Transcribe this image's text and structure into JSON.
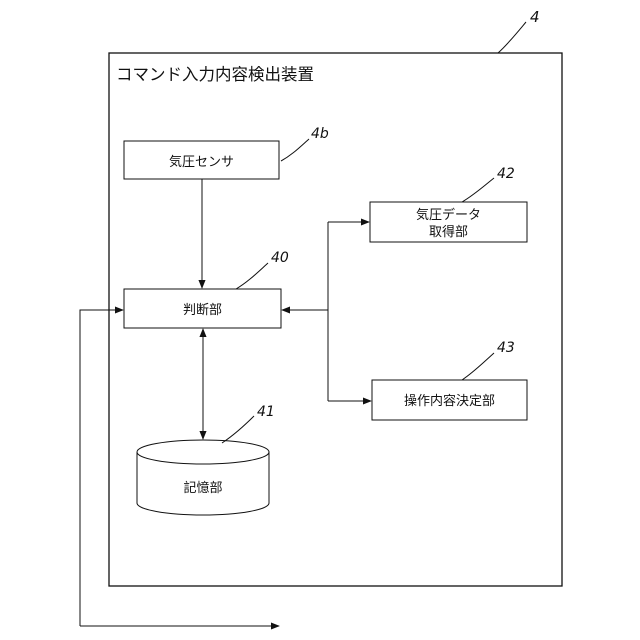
{
  "device": {
    "ref": "4",
    "title": "コマンド入力内容検出装置"
  },
  "blocks": {
    "pressure_sensor": {
      "ref": "4b",
      "label": "気圧センサ"
    },
    "judgment": {
      "ref": "40",
      "label": "判断部"
    },
    "storage": {
      "ref": "41",
      "label": "記憶部"
    },
    "pressure_acquisition": {
      "ref": "42",
      "line1": "気圧データ",
      "line2": "取得部"
    },
    "operation_decision": {
      "ref": "43",
      "label": "操作内容決定部"
    }
  }
}
